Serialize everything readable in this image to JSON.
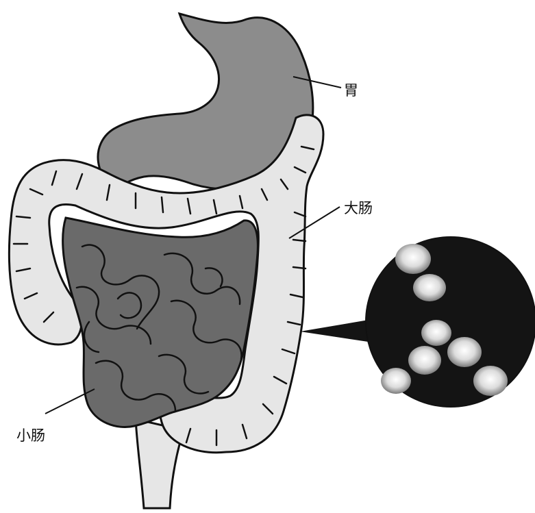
{
  "labels": {
    "stomach": "胃",
    "large_intestine": "大肠",
    "small_intestine": "小肠"
  },
  "colors": {
    "stomach": "#8c8c8c",
    "small_intestine": "#6a6a6a",
    "large_intestine": "#e6e6e6",
    "outline": "#111111",
    "magnified_bg": "#141414",
    "bacteria": "#e8e8e8"
  }
}
